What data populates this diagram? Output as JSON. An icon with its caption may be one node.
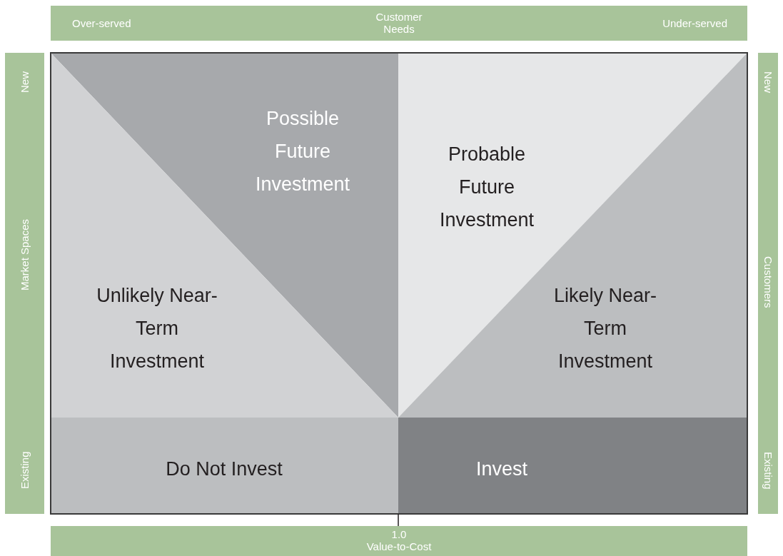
{
  "diagram": {
    "nodes": [
      {
        "text": [
          "Over-served",
          "Customer Needs",
          "Under-served"
        ]
      },
      {
        "text": [
          "New",
          "Market Spaces",
          "Existing"
        ]
      },
      {
        "text": [
          "New",
          "Customers",
          "Existing"
        ]
      },
      {
        "text": [
          "1.0",
          "Value-to-Cost"
        ]
      },
      {
        "text": [
          "Possible Future Investment"
        ]
      },
      {
        "text": [
          "Probable Future Investment"
        ]
      },
      {
        "text": [
          "Unlikely Near-Term Investment"
        ]
      },
      {
        "text": [
          "Likely Near-Term Investment"
        ]
      },
      {
        "text": [
          "Do Not Invest"
        ]
      },
      {
        "text": [
          "Invest"
        ]
      }
    ],
    "edges": []
  }
}
